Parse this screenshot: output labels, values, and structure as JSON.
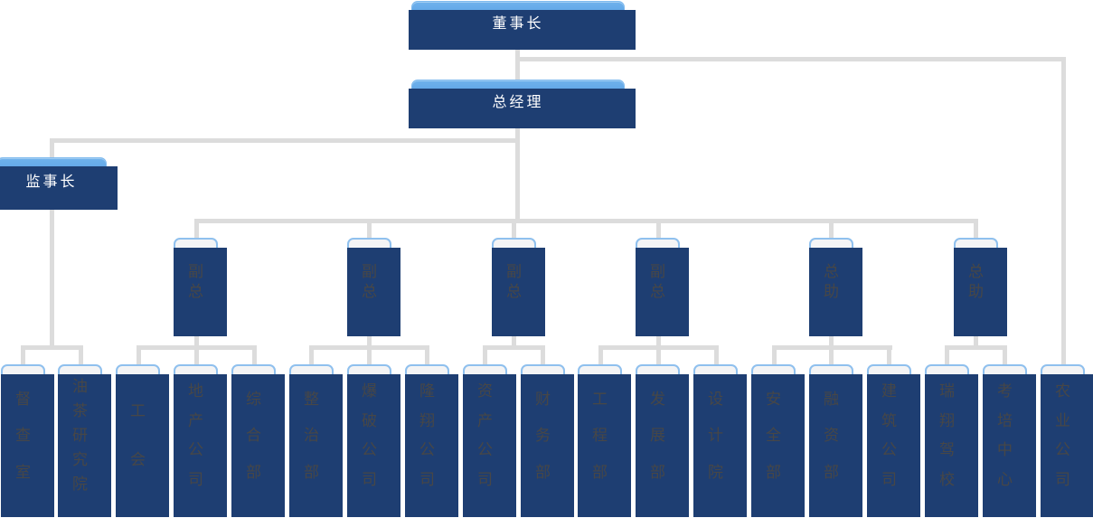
{
  "diagram": {
    "type": "org-chart",
    "colors": {
      "node_blue_top": "#6fb2ec",
      "node_blue_bottom": "#3d7fd1",
      "shadow_navy": "#1e3e72",
      "connector_gray": "#dcdcdc",
      "card_fill": "#f4f4f5",
      "card_border": "#8fc0ee",
      "card_text": "#474747",
      "title_text": "#ffffff"
    },
    "nodes": {
      "chairman": {
        "label": "董事长"
      },
      "general_manager": {
        "label": "总经理"
      },
      "supervisor": {
        "label": "监事长",
        "children": [
          0,
          1
        ]
      },
      "managers": [
        {
          "label": "副总",
          "children": [
            2,
            3,
            4
          ]
        },
        {
          "label": "副总",
          "children": [
            5,
            6,
            7
          ]
        },
        {
          "label": "副总",
          "children": [
            8,
            9
          ]
        },
        {
          "label": "副总",
          "children": [
            10,
            11,
            12
          ]
        },
        {
          "label": "总助",
          "children": [
            13,
            14,
            15
          ]
        },
        {
          "label": "总助",
          "children": [
            16,
            17
          ]
        }
      ],
      "chairman_direct_departments": [
        18
      ],
      "departments": [
        {
          "label": "督查室"
        },
        {
          "label": "油茶研究院"
        },
        {
          "label": "工会"
        },
        {
          "label": "地产公司"
        },
        {
          "label": "综合部"
        },
        {
          "label": "整治部"
        },
        {
          "label": "爆破公司"
        },
        {
          "label": "隆翔公司"
        },
        {
          "label": "资产公司"
        },
        {
          "label": "财务部"
        },
        {
          "label": "工程部"
        },
        {
          "label": "发展部"
        },
        {
          "label": "设计院"
        },
        {
          "label": "安全部"
        },
        {
          "label": "融资部"
        },
        {
          "label": "建筑公司"
        },
        {
          "label": "瑞翔驾校"
        },
        {
          "label": "考培中心"
        },
        {
          "label": "农业公司"
        }
      ]
    }
  }
}
